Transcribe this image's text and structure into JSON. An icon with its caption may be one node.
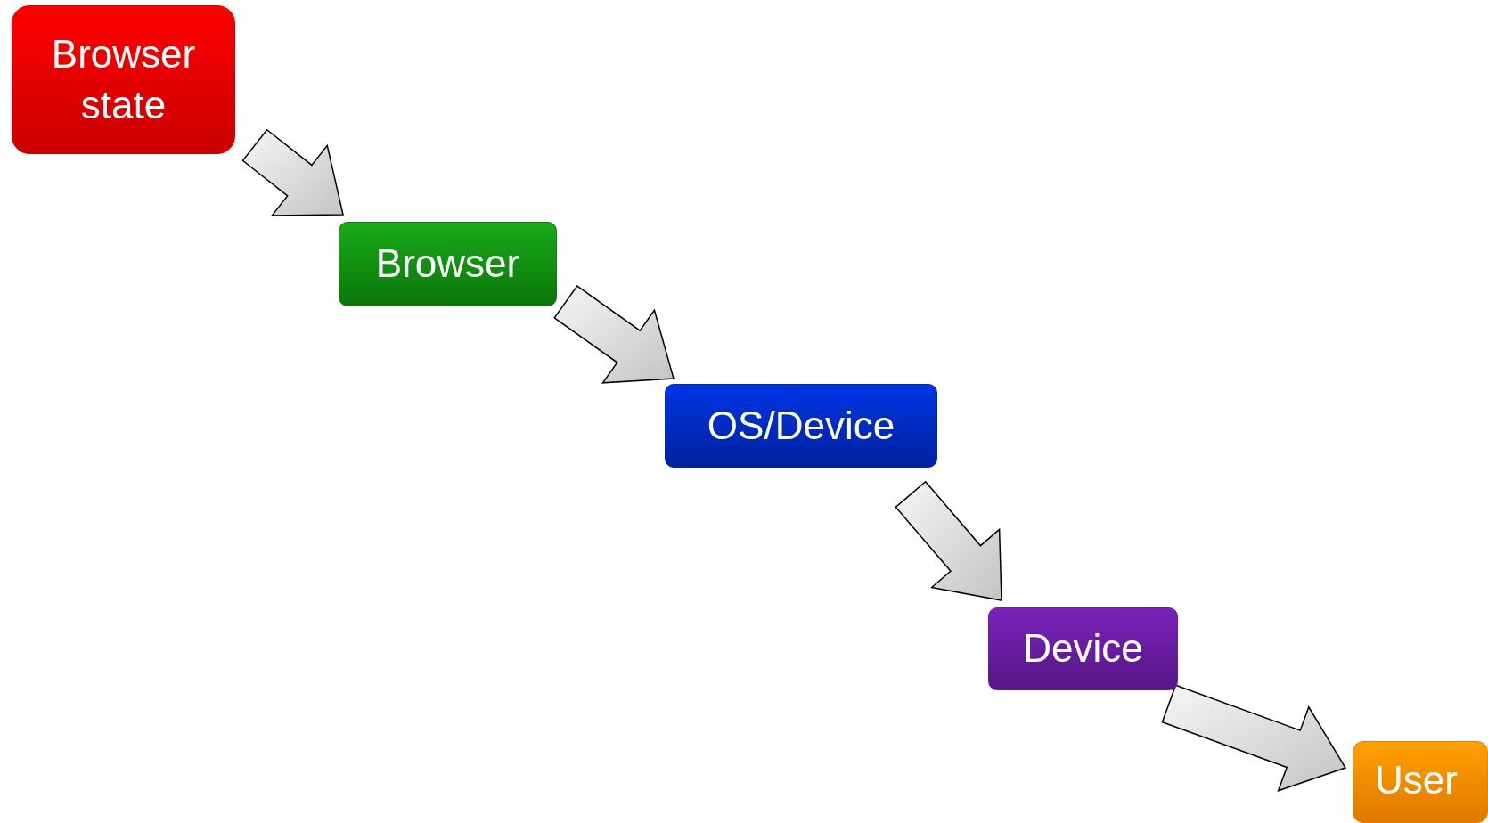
{
  "diagram": {
    "nodes": [
      {
        "text": [
          "Browser state"
        ]
      },
      {
        "text": [
          "Browser"
        ]
      },
      {
        "text": [
          "OS/Device"
        ]
      },
      {
        "text": [
          "Device"
        ]
      },
      {
        "text": [
          "User"
        ]
      }
    ],
    "edges": [
      {
        "from": 0,
        "to": 1,
        "arrow": "to"
      },
      {
        "from": 1,
        "to": 2,
        "arrow": "to"
      },
      {
        "from": 2,
        "to": 3,
        "arrow": "to"
      },
      {
        "from": 3,
        "to": 4,
        "arrow": "to"
      }
    ]
  }
}
